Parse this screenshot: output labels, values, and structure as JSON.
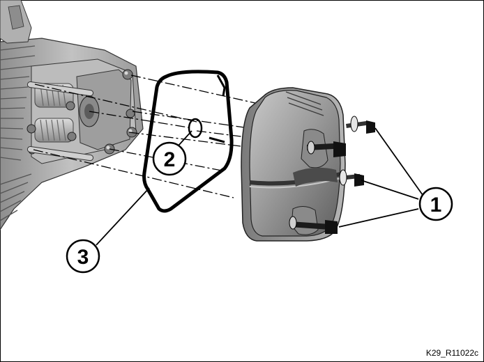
{
  "callouts": [
    {
      "id": "cylinder-head-cover",
      "label": "1"
    },
    {
      "id": "spark-plug-seal",
      "label": "2"
    },
    {
      "id": "cover-gasket",
      "label": "3"
    }
  ],
  "figure_code": "K29_R11022c",
  "colors": {
    "background": "#ffffff",
    "line": "#000000",
    "cover_dark": "#6b6b6b",
    "cover_mid": "#9a9a9a",
    "cover_light": "#c4c4c4",
    "engine_mid": "#a8a8a8"
  }
}
